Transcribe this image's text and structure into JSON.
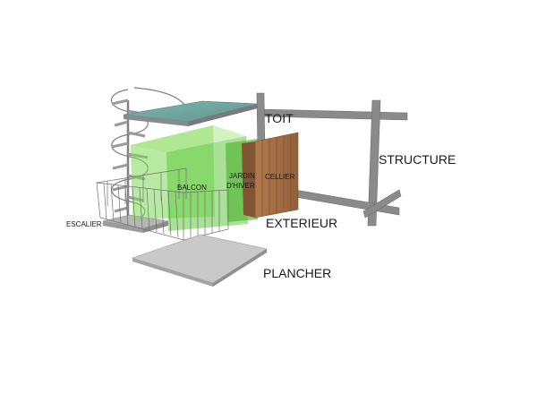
{
  "labels": {
    "toit": "TOIT",
    "structure": "STRUCTURE",
    "exterieur": "EXTERIEUR",
    "plancher": "PLANCHER",
    "escalier": "ESCALIER",
    "balcon": "BALCON",
    "jardin_line1": "JARDIN",
    "jardin_line2": "D'HIVER",
    "cellier": "CELLIER"
  },
  "colors": {
    "roof": "#6fa8a0",
    "green": "#7ed957",
    "wood": "#a0704a",
    "structure": "#8c8c8c",
    "floor": "#c8c8c8"
  }
}
